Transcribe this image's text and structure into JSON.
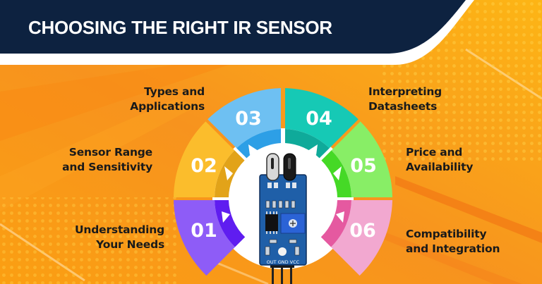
{
  "header": {
    "title": "CHOOSING THE RIGHT IR SENSOR",
    "background_color": "#0d2240"
  },
  "wheel": {
    "segments": [
      {
        "number": "01",
        "label_line1": "Understanding",
        "label_line2": "Your Needs",
        "color": "#8e5cf7",
        "inner_color": "#5f1df0"
      },
      {
        "number": "02",
        "label_line1": "Sensor Range",
        "label_line2": "and Sensitivity",
        "color": "#fbbd2c",
        "inner_color": "#e2a319"
      },
      {
        "number": "03",
        "label_line1": "Types and",
        "label_line2": "Applications",
        "color": "#6ec0f2",
        "inner_color": "#2d9fe6"
      },
      {
        "number": "04",
        "label_line1": "Interpreting",
        "label_line2": "Datasheets",
        "color": "#16c9b5",
        "inner_color": "#0faa9a"
      },
      {
        "number": "05",
        "label_line1": "Price and",
        "label_line2": "Availability",
        "color": "#88ee66",
        "inner_color": "#45d926"
      },
      {
        "number": "06",
        "label_line1": "Compatibility",
        "label_line2": "and Integration",
        "color": "#f2a8d0",
        "inner_color": "#e559a0"
      }
    ]
  },
  "sensor": {
    "pin_labels": "OUT GND VCC",
    "board_color": "#1f5fa8"
  }
}
